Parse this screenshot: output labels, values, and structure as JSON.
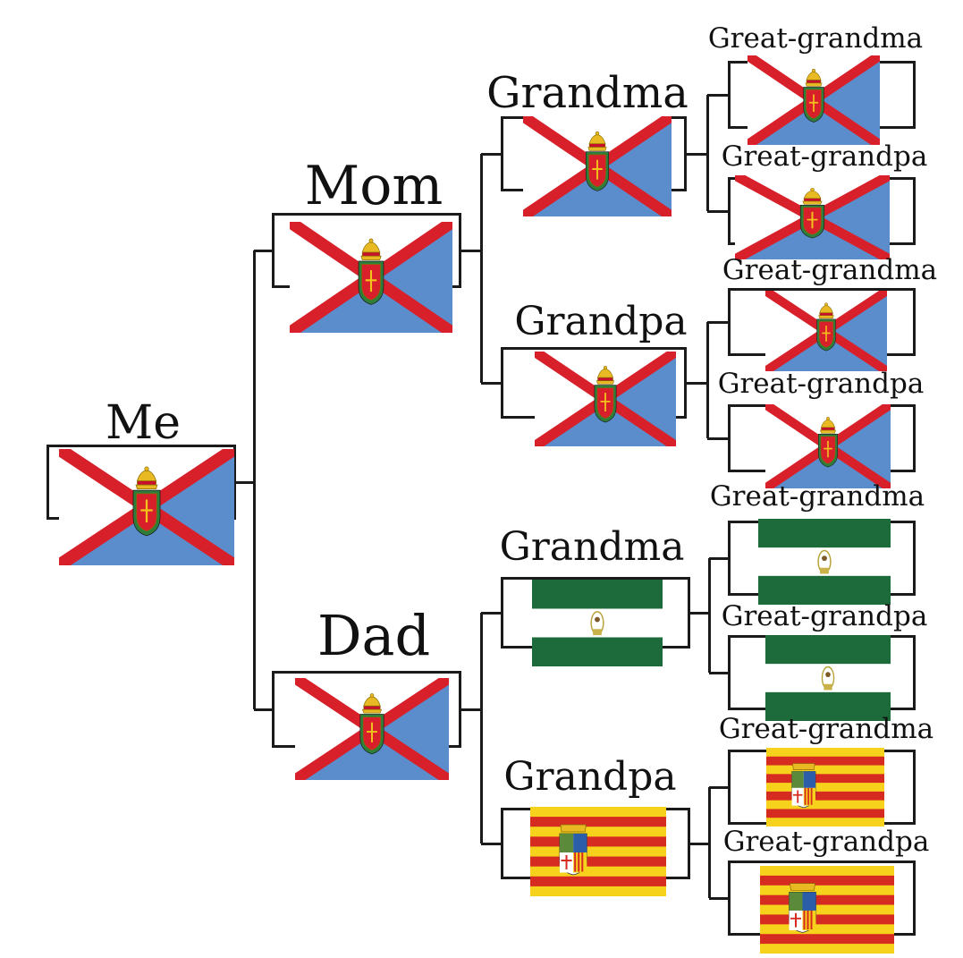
{
  "tree": {
    "me": {
      "label": "Me",
      "flag": "madrid-region-flag"
    },
    "mom": {
      "label": "Mom",
      "flag": "madrid-region-flag"
    },
    "dad": {
      "label": "Dad",
      "flag": "madrid-region-flag"
    },
    "mom_grandma": {
      "label": "Grandma",
      "flag": "madrid-region-flag"
    },
    "mom_grandpa": {
      "label": "Grandpa",
      "flag": "madrid-region-flag"
    },
    "dad_grandma": {
      "label": "Grandma",
      "flag": "andalusia-flag"
    },
    "dad_grandpa": {
      "label": "Grandpa",
      "flag": "aragon-flag"
    },
    "gg1": {
      "label": "Great-grandma",
      "flag": "madrid-region-flag"
    },
    "gg2": {
      "label": "Great-grandpa",
      "flag": "madrid-region-flag"
    },
    "gg3": {
      "label": "Great-grandma",
      "flag": "madrid-region-flag"
    },
    "gg4": {
      "label": "Great-grandpa",
      "flag": "madrid-region-flag"
    },
    "gg5": {
      "label": "Great-grandma",
      "flag": "andalusia-flag"
    },
    "gg6": {
      "label": "Great-grandpa",
      "flag": "andalusia-flag"
    },
    "gg7": {
      "label": "Great-grandma",
      "flag": "aragon-flag"
    },
    "gg8": {
      "label": "Great-grandpa",
      "flag": "aragon-flag"
    }
  },
  "colors": {
    "line": "#1a1a1a",
    "cross_red": "#d8202a",
    "madrid_blue": "#5b8ccc",
    "andalusia_green": "#1d6b3a",
    "aragon_yellow": "#f6d21c",
    "aragon_red": "#d62b20"
  }
}
